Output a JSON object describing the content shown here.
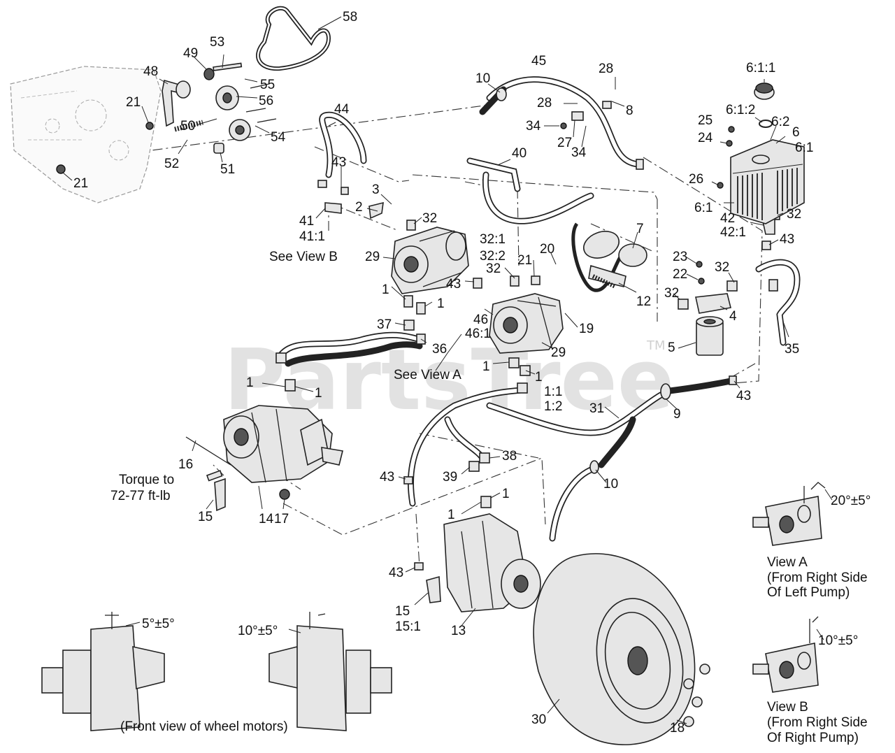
{
  "watermark": "PartsTree",
  "trademark": "TM",
  "callouts": [
    {
      "id": "58",
      "text": "58"
    },
    {
      "id": "53",
      "text": "53"
    },
    {
      "id": "49",
      "text": "49"
    },
    {
      "id": "48",
      "text": "48"
    },
    {
      "id": "55",
      "text": "55"
    },
    {
      "id": "21a",
      "text": "21"
    },
    {
      "id": "56",
      "text": "56"
    },
    {
      "id": "50",
      "text": "50"
    },
    {
      "id": "54",
      "text": "54"
    },
    {
      "id": "52",
      "text": "52"
    },
    {
      "id": "51",
      "text": "51"
    },
    {
      "id": "21b",
      "text": "21"
    },
    {
      "id": "10a",
      "text": "10"
    },
    {
      "id": "45",
      "text": "45"
    },
    {
      "id": "28a",
      "text": "28"
    },
    {
      "id": "28b",
      "text": "28"
    },
    {
      "id": "8",
      "text": "8"
    },
    {
      "id": "34a",
      "text": "34"
    },
    {
      "id": "27",
      "text": "27"
    },
    {
      "id": "34b",
      "text": "34"
    },
    {
      "id": "44",
      "text": "44"
    },
    {
      "id": "43a",
      "text": "43"
    },
    {
      "id": "40",
      "text": "40"
    },
    {
      "id": "3",
      "text": "3"
    },
    {
      "id": "2",
      "text": "2"
    },
    {
      "id": "41",
      "text": "41"
    },
    {
      "id": "41_1",
      "text": "41:1"
    },
    {
      "id": "32a",
      "text": "32"
    },
    {
      "id": "29a",
      "text": "29"
    },
    {
      "id": "32_1",
      "text": "32:1"
    },
    {
      "id": "32_2",
      "text": "32:2"
    },
    {
      "id": "20",
      "text": "20"
    },
    {
      "id": "21c",
      "text": "21"
    },
    {
      "id": "32b",
      "text": "32"
    },
    {
      "id": "43b",
      "text": "43"
    },
    {
      "id": "7",
      "text": "7"
    },
    {
      "id": "12",
      "text": "12"
    },
    {
      "id": "1a",
      "text": "1"
    },
    {
      "id": "1b",
      "text": "1"
    },
    {
      "id": "37",
      "text": "37"
    },
    {
      "id": "36",
      "text": "36"
    },
    {
      "id": "46",
      "text": "46"
    },
    {
      "id": "46_1",
      "text": "46:1"
    },
    {
      "id": "19",
      "text": "19"
    },
    {
      "id": "29b",
      "text": "29"
    },
    {
      "id": "1c",
      "text": "1"
    },
    {
      "id": "1d",
      "text": "1"
    },
    {
      "id": "1_1",
      "text": "1:1"
    },
    {
      "id": "1_2",
      "text": "1:2"
    },
    {
      "id": "1e",
      "text": "1"
    },
    {
      "id": "1f",
      "text": "1"
    },
    {
      "id": "31",
      "text": "31"
    },
    {
      "id": "9",
      "text": "9"
    },
    {
      "id": "43c",
      "text": "43"
    },
    {
      "id": "6_1_1",
      "text": "6:1:1"
    },
    {
      "id": "6_1_2",
      "text": "6:1:2"
    },
    {
      "id": "6_2",
      "text": "6:2"
    },
    {
      "id": "25",
      "text": "25"
    },
    {
      "id": "6",
      "text": "6"
    },
    {
      "id": "24",
      "text": "24"
    },
    {
      "id": "6_1a",
      "text": "6:1"
    },
    {
      "id": "26",
      "text": "26"
    },
    {
      "id": "6_1b",
      "text": "6:1"
    },
    {
      "id": "42",
      "text": "42"
    },
    {
      "id": "42_1",
      "text": "42:1"
    },
    {
      "id": "32c",
      "text": "32"
    },
    {
      "id": "43d",
      "text": "43"
    },
    {
      "id": "23",
      "text": "23"
    },
    {
      "id": "22",
      "text": "22"
    },
    {
      "id": "32d",
      "text": "32"
    },
    {
      "id": "32e",
      "text": "32"
    },
    {
      "id": "4",
      "text": "4"
    },
    {
      "id": "5",
      "text": "5"
    },
    {
      "id": "35",
      "text": "35"
    },
    {
      "id": "16",
      "text": "16"
    },
    {
      "id": "14",
      "text": "14"
    },
    {
      "id": "15a",
      "text": "15"
    },
    {
      "id": "17",
      "text": "17"
    },
    {
      "id": "43e",
      "text": "43"
    },
    {
      "id": "39",
      "text": "39"
    },
    {
      "id": "38",
      "text": "38"
    },
    {
      "id": "10b",
      "text": "10"
    },
    {
      "id": "1g",
      "text": "1"
    },
    {
      "id": "1h",
      "text": "1"
    },
    {
      "id": "43f",
      "text": "43"
    },
    {
      "id": "15b",
      "text": "15"
    },
    {
      "id": "15_1",
      "text": "15:1"
    },
    {
      "id": "13",
      "text": "13"
    },
    {
      "id": "30",
      "text": "30"
    },
    {
      "id": "18",
      "text": "18"
    }
  ],
  "notes": {
    "see_view_b": "See View B",
    "see_view_a": "See View A",
    "torque_line1": "Torque to",
    "torque_line2": "72-77 ft-lb",
    "view_a_title": "View A",
    "view_a_line1": "(From Right Side",
    "view_a_line2": "Of Left Pump)",
    "view_a_angle": "20°±5°",
    "view_b_title": "View B",
    "view_b_line1": "(From Right Side",
    "view_b_line2": "Of Right Pump)",
    "view_b_angle": "10°±5°",
    "motor_left_angle": "5°±5°",
    "motor_right_angle": "10°±5°",
    "front_view_caption": "(Front view of wheel motors)"
  }
}
